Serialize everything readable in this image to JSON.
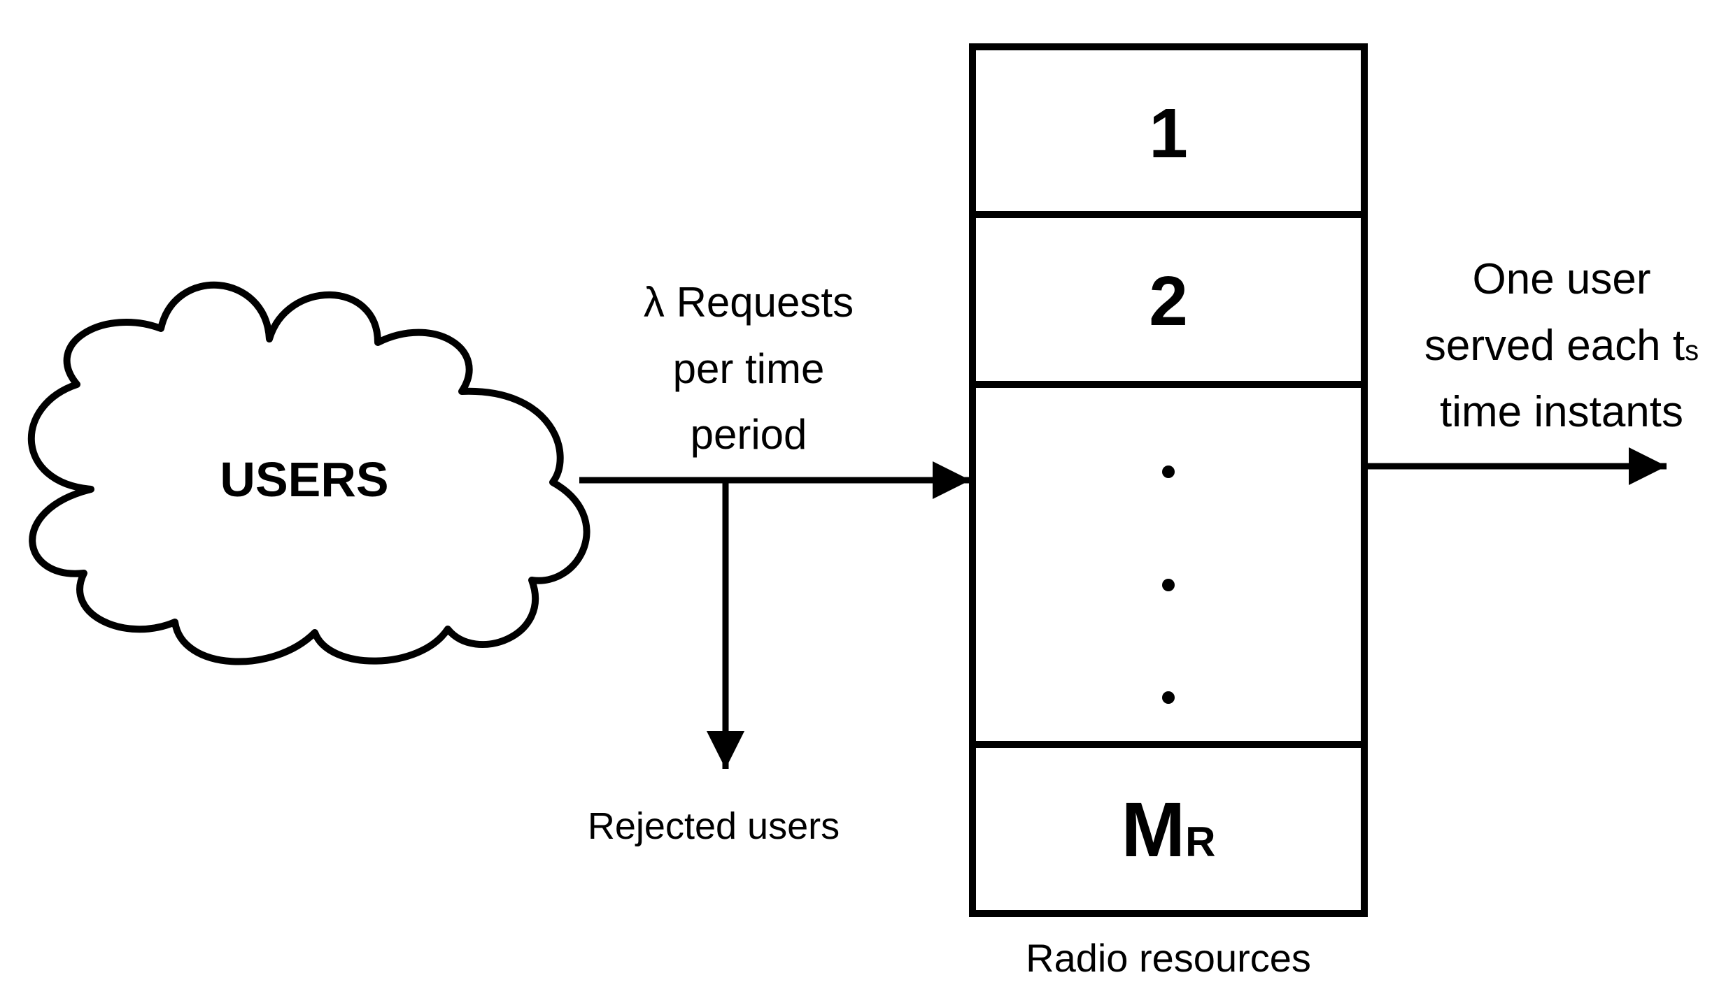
{
  "diagram": {
    "users_label": "USERS",
    "request_label": {
      "lambda": "λ",
      "line1_rest": " Requests",
      "line2": "per time",
      "line3": "period"
    },
    "rejected_label": "Rejected users",
    "resources": {
      "slot1": "1",
      "slot2": "2",
      "last_main": "M",
      "last_sub": "R",
      "label": "Radio resources"
    },
    "service_label": {
      "line1": "One user",
      "line2_main": "served each t",
      "line2_sub": "s",
      "line3": "time instants"
    },
    "colors": {
      "stroke": "#000000",
      "background": "#ffffff"
    }
  }
}
